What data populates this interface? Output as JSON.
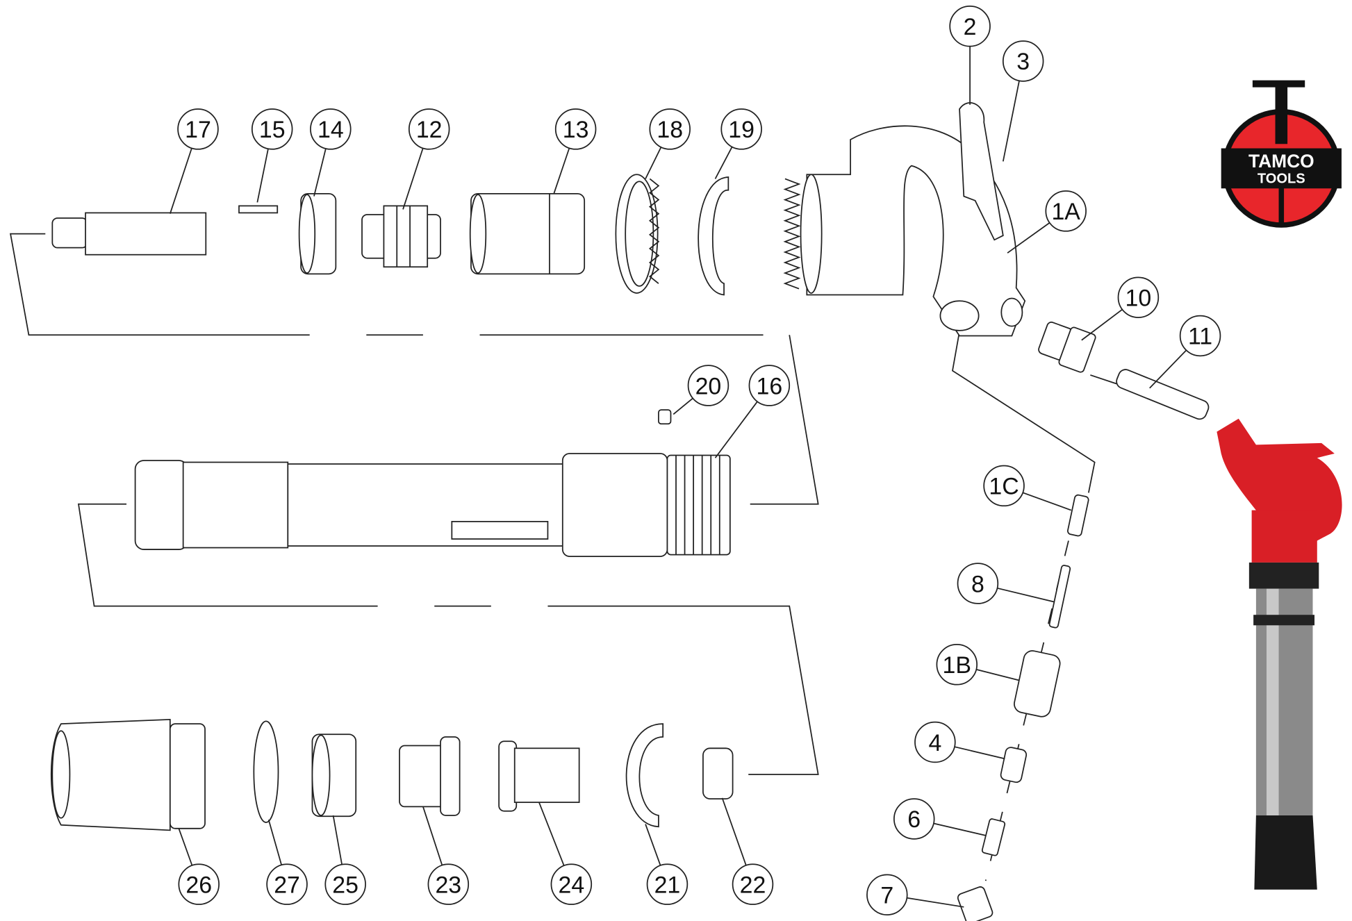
{
  "title": "Parts diagram - pneumatic chipping hammer",
  "logo": {
    "line1": "TAMCO",
    "line2": "TOOLS",
    "colors": {
      "red": "#e8262b",
      "black": "#111111"
    }
  },
  "callouts": [
    "2",
    "3",
    "17",
    "15",
    "14",
    "12",
    "13",
    "18",
    "19",
    "1A",
    "10",
    "11",
    "20",
    "16",
    "1C",
    "8",
    "1B",
    "4",
    "6",
    "7",
    "26",
    "27",
    "25",
    "23",
    "24",
    "21",
    "22"
  ],
  "colors": {
    "line": "#222222",
    "tool_red": "#d91f26",
    "tool_steel": "#8a8a8a",
    "tool_grip": "#1a1a1a"
  }
}
